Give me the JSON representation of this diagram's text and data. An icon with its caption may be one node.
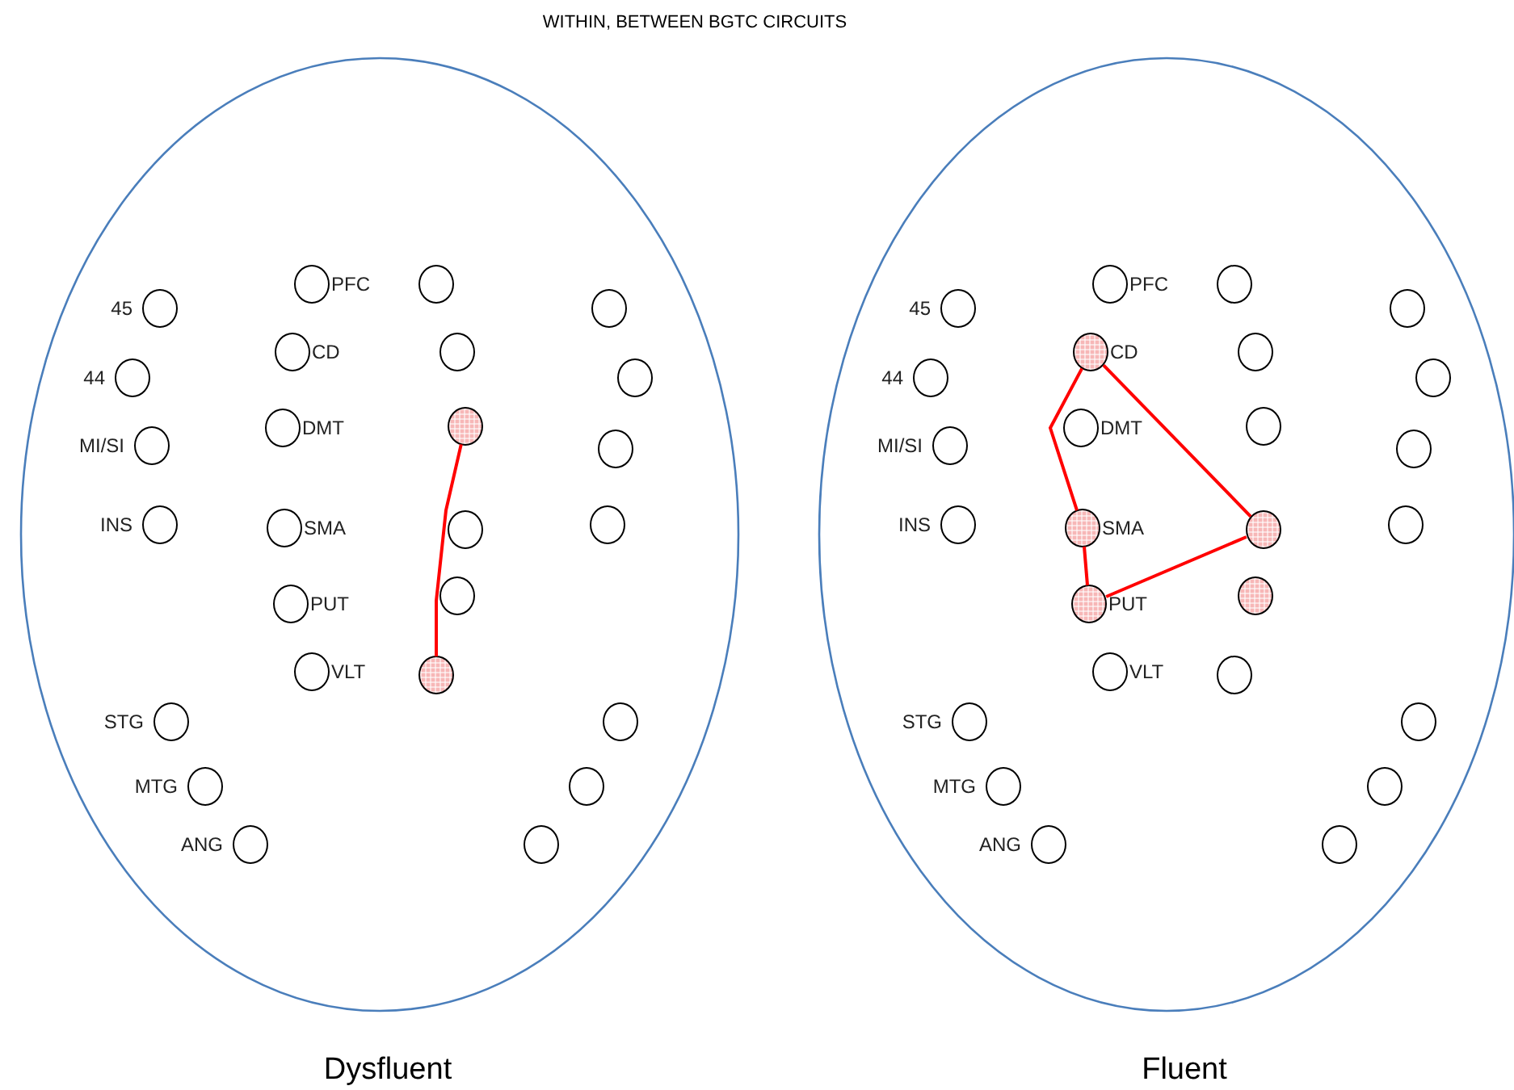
{
  "diagram": {
    "title": "WITHIN, BETWEEN BGTC CIRCUITS",
    "nodes": [
      {
        "text": [
          "Dysfluent"
        ]
      },
      {
        "text": [],
        "shape": "circle",
        "beside": [
          "45"
        ],
        "in": 0
      },
      {
        "text": [],
        "shape": "circle",
        "beside": [
          "44"
        ],
        "in": 0
      },
      {
        "text": [],
        "shape": "circle",
        "beside": [
          "MI/SI"
        ],
        "in": 0
      },
      {
        "text": [],
        "shape": "circle",
        "beside": [
          "INS"
        ],
        "in": 0
      },
      {
        "text": [],
        "shape": "circle",
        "beside": [
          "STG"
        ],
        "in": 0
      },
      {
        "text": [],
        "shape": "circle",
        "beside": [
          "MTG"
        ],
        "in": 0
      },
      {
        "text": [],
        "shape": "circle",
        "beside": [
          "ANG"
        ],
        "in": 0
      },
      {
        "text": [],
        "shape": "circle",
        "beside": [
          "PFC"
        ],
        "in": 0
      },
      {
        "text": [],
        "shape": "circle",
        "beside": [
          "CD"
        ],
        "in": 0
      },
      {
        "text": [],
        "shape": "circle",
        "beside": [
          "DMT"
        ],
        "in": 0
      },
      {
        "text": [],
        "shape": "circle",
        "beside": [
          "SMA"
        ],
        "in": 0
      },
      {
        "text": [],
        "shape": "circle",
        "beside": [
          "PUT"
        ],
        "in": 0
      },
      {
        "text": [],
        "shape": "circle",
        "beside": [
          "VLT"
        ],
        "in": 0
      },
      {
        "text": [],
        "shape": "circle",
        "in": 0
      },
      {
        "text": [],
        "shape": "circle",
        "in": 0
      },
      {
        "text": [],
        "shape": "circle",
        "in": 0
      },
      {
        "text": [],
        "shape": "circle",
        "in": 0
      },
      {
        "text": [],
        "shape": "circle",
        "in": 0
      },
      {
        "text": [],
        "shape": "circle",
        "in": 0
      },
      {
        "text": [],
        "shape": "circle",
        "in": 0
      },
      {
        "text": [],
        "shape": "circle",
        "in": 0
      },
      {
        "text": [],
        "shape": "circle",
        "in": 0
      },
      {
        "text": [],
        "shape": "circle",
        "in": 0
      },
      {
        "text": [],
        "shape": "circle",
        "in": 0
      },
      {
        "text": [],
        "shape": "circle",
        "in": 0
      },
      {
        "text": [],
        "shape": "circle",
        "in": 0
      },
      {
        "text": [
          "Fluent"
        ]
      },
      {
        "text": [],
        "shape": "circle",
        "beside": [
          "45"
        ],
        "in": 27
      },
      {
        "text": [],
        "shape": "circle",
        "beside": [
          "44"
        ],
        "in": 27
      },
      {
        "text": [],
        "shape": "circle",
        "beside": [
          "MI/SI"
        ],
        "in": 27
      },
      {
        "text": [],
        "shape": "circle",
        "beside": [
          "INS"
        ],
        "in": 27
      },
      {
        "text": [],
        "shape": "circle",
        "beside": [
          "STG"
        ],
        "in": 27
      },
      {
        "text": [],
        "shape": "circle",
        "beside": [
          "MTG"
        ],
        "in": 27
      },
      {
        "text": [],
        "shape": "circle",
        "beside": [
          "ANG"
        ],
        "in": 27
      },
      {
        "text": [],
        "shape": "circle",
        "beside": [
          "PFC"
        ],
        "in": 27
      },
      {
        "text": [],
        "shape": "circle",
        "beside": [
          "CD"
        ],
        "in": 27
      },
      {
        "text": [],
        "shape": "circle",
        "beside": [
          "DMT"
        ],
        "in": 27
      },
      {
        "text": [],
        "shape": "circle",
        "beside": [
          "SMA"
        ],
        "in": 27
      },
      {
        "text": [],
        "shape": "circle",
        "beside": [
          "PUT"
        ],
        "in": 27
      },
      {
        "text": [],
        "shape": "circle",
        "beside": [
          "VLT"
        ],
        "in": 27
      },
      {
        "text": [],
        "shape": "circle",
        "in": 27
      },
      {
        "text": [],
        "shape": "circle",
        "in": 27
      },
      {
        "text": [],
        "shape": "circle",
        "in": 27
      },
      {
        "text": [],
        "shape": "circle",
        "in": 27
      },
      {
        "text": [],
        "shape": "circle",
        "in": 27
      },
      {
        "text": [],
        "shape": "circle",
        "in": 27
      },
      {
        "text": [],
        "shape": "circle",
        "in": 27
      },
      {
        "text": [],
        "shape": "circle",
        "in": 27
      },
      {
        "text": [],
        "shape": "circle",
        "in": 27
      },
      {
        "text": [],
        "shape": "circle",
        "in": 27
      },
      {
        "text": [],
        "shape": "circle",
        "in": 27
      },
      {
        "text": [],
        "shape": "circle",
        "in": 27
      },
      {
        "text": [],
        "shape": "circle",
        "in": 27
      }
    ],
    "edges": [
      {
        "from": 16,
        "to": 19,
        "arrow": "none"
      },
      {
        "from": 36,
        "to": 38,
        "arrow": "none"
      },
      {
        "from": 38,
        "to": 39,
        "arrow": "none"
      },
      {
        "from": 39,
        "to": 44,
        "arrow": "none"
      },
      {
        "from": 44,
        "to": 36,
        "arrow": "none"
      }
    ]
  }
}
